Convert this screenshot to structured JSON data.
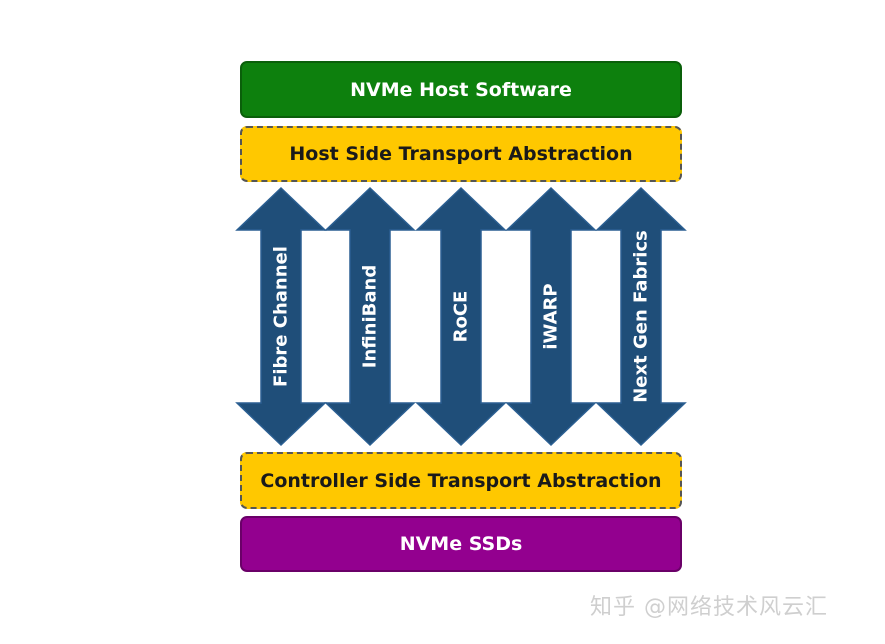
{
  "layers": {
    "host_software": "NVMe Host Software",
    "host_abstraction": "Host Side Transport Abstraction",
    "controller_abstraction": "Controller Side Transport Abstraction",
    "ssds": "NVMe SSDs"
  },
  "transports": [
    "Fibre Channel",
    "InfiniBand",
    "RoCE",
    "iWARP",
    "Next Gen Fabrics"
  ],
  "colors": {
    "host_software": "#0d800d",
    "abstraction": "#ffc800",
    "ssds": "#93008f",
    "arrow_fill": "#1f4e79",
    "arrow_stroke": "#2b5f92"
  },
  "watermark": "知乎 @网络技术风云汇"
}
